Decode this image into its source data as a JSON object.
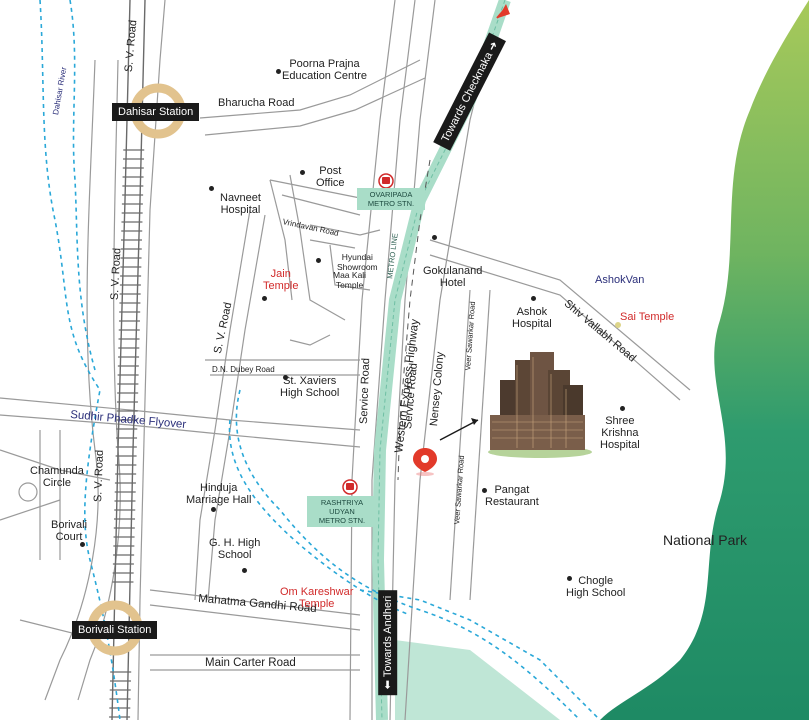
{
  "stations": {
    "dahisar": "Dahisar Station",
    "borivali": "Borivali Station"
  },
  "metro": {
    "ovaripada": "OVARIPADA\nMETRO STN.",
    "rashtriya": "RASHTRIYA UDYAN\nMETRO STN.",
    "line": "METRO LINE"
  },
  "towards": {
    "checknaka": "Towards Checknaka",
    "andheri": "Towards Andheri"
  },
  "roads": {
    "sv1": "S. V. Road",
    "sv2": "S. V. Road",
    "sv3": "S. V. Road",
    "sv4": "S. V. Road",
    "bharucha": "Bharucha Road",
    "vrindavan": "Vrindavan Road",
    "dubey": "D.N. Dubey Road",
    "sudhir": "Sudhir Phadke Flyover",
    "weh": "Western Express Highway",
    "service1": "Service Road",
    "service2": "Service Road",
    "nensey": "Nensey Colony",
    "veer1": "Veer Sawarkar Road",
    "veer2": "Veer Sawarkar Road",
    "shiv": "Shiv Vallabh Road",
    "mahatma": "Mahatma Gandhi Road",
    "carter": "Main Carter Road",
    "river": "Dahisar River"
  },
  "places": {
    "poorna": "Poorna Prajna\nEducation Centre",
    "post": "Post\nOffice",
    "navneet": "Navneet\nHospital",
    "hyundai": "Hyundai\nShowroom",
    "maakali": "Maa Kali\nTemple",
    "jain": "Jain\nTemple",
    "xaviers": "St. Xaviers\nHigh School",
    "gokulanand": "Gokulanand\nHotel",
    "ashok": "Ashok\nHospital",
    "ashokvan": "AshokVan",
    "sai": "Sai Temple",
    "shree": "Shree\nKrishna\nHospital",
    "chamunda": "Chamunda\nCircle",
    "borivalicourt": "Borivali\nCourt",
    "hinduja": "Hinduja\nMarriage Hall",
    "gh": "G. H. High\nSchool",
    "pangat": "Pangat\nRestaurant",
    "chogle": "Chogle\nHigh School",
    "om": "Om Kareshwar\nTemple",
    "park": "National Park"
  },
  "colors": {
    "park_light": "#9cc45a",
    "park_dark": "#2e9b6e",
    "metro_green": "#a9ddc8",
    "river_blue": "#2aa8d8",
    "station_ring": "#e2c38e",
    "marker_red": "#e23a2a"
  }
}
